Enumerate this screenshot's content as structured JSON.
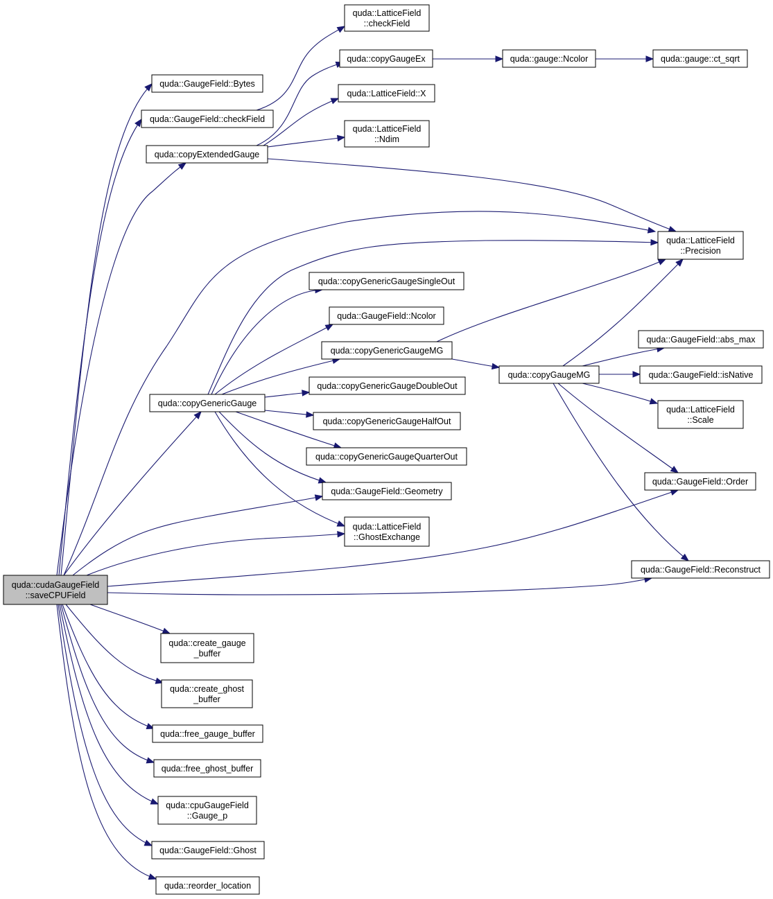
{
  "diagram": {
    "type": "call-graph",
    "nodes": [
      {
        "id": "root",
        "lines": [
          "quda::cudaGaugeField",
          "::saveCPUField"
        ],
        "root": true
      },
      {
        "id": "lf_checkField",
        "lines": [
          "quda::LatticeField",
          "::checkField"
        ]
      },
      {
        "id": "copyGaugeEx",
        "lines": [
          "quda::copyGaugeEx"
        ]
      },
      {
        "id": "gauge_Ncolor",
        "lines": [
          "quda::gauge::Ncolor"
        ]
      },
      {
        "id": "ct_sqrt",
        "lines": [
          "quda::gauge::ct_sqrt"
        ]
      },
      {
        "id": "gf_Bytes",
        "lines": [
          "quda::GaugeField::Bytes"
        ]
      },
      {
        "id": "lf_X",
        "lines": [
          "quda::LatticeField::X"
        ]
      },
      {
        "id": "gf_checkField",
        "lines": [
          "quda::GaugeField::checkField"
        ]
      },
      {
        "id": "lf_Ndim",
        "lines": [
          "quda::LatticeField",
          "::Ndim"
        ]
      },
      {
        "id": "copyExtendedGauge",
        "lines": [
          "quda::copyExtendedGauge"
        ]
      },
      {
        "id": "lf_Precision",
        "lines": [
          "quda::LatticeField",
          "::Precision"
        ]
      },
      {
        "id": "cgg_SingleOut",
        "lines": [
          "quda::copyGenericGaugeSingleOut"
        ]
      },
      {
        "id": "gf_Ncolor",
        "lines": [
          "quda::GaugeField::Ncolor"
        ]
      },
      {
        "id": "gf_abs_max",
        "lines": [
          "quda::GaugeField::abs_max"
        ]
      },
      {
        "id": "cgg_MG",
        "lines": [
          "quda::copyGenericGaugeMG"
        ]
      },
      {
        "id": "copyGaugeMG",
        "lines": [
          "quda::copyGaugeMG"
        ]
      },
      {
        "id": "gf_isNative",
        "lines": [
          "quda::GaugeField::isNative"
        ]
      },
      {
        "id": "cgg_DoubleOut",
        "lines": [
          "quda::copyGenericGaugeDoubleOut"
        ]
      },
      {
        "id": "copyGenericGauge",
        "lines": [
          "quda::copyGenericGauge"
        ]
      },
      {
        "id": "lf_Scale",
        "lines": [
          "quda::LatticeField",
          "::Scale"
        ]
      },
      {
        "id": "cgg_HalfOut",
        "lines": [
          "quda::copyGenericGaugeHalfOut"
        ]
      },
      {
        "id": "cgg_QuarterOut",
        "lines": [
          "quda::copyGenericGaugeQuarterOut"
        ]
      },
      {
        "id": "gf_Order",
        "lines": [
          "quda::GaugeField::Order"
        ]
      },
      {
        "id": "gf_Geometry",
        "lines": [
          "quda::GaugeField::Geometry"
        ]
      },
      {
        "id": "lf_GhostExchange",
        "lines": [
          "quda::LatticeField",
          "::GhostExchange"
        ]
      },
      {
        "id": "gf_Reconstruct",
        "lines": [
          "quda::GaugeField::Reconstruct"
        ]
      },
      {
        "id": "create_gauge_buffer",
        "lines": [
          "quda::create_gauge",
          "_buffer"
        ]
      },
      {
        "id": "create_ghost_buffer",
        "lines": [
          "quda::create_ghost",
          "_buffer"
        ]
      },
      {
        "id": "free_gauge_buffer",
        "lines": [
          "quda::free_gauge_buffer"
        ]
      },
      {
        "id": "free_ghost_buffer",
        "lines": [
          "quda::free_ghost_buffer"
        ]
      },
      {
        "id": "cpu_Gauge_p",
        "lines": [
          "quda::cpuGaugeField",
          "::Gauge_p"
        ]
      },
      {
        "id": "gf_Ghost",
        "lines": [
          "quda::GaugeField::Ghost"
        ]
      },
      {
        "id": "reorder_location",
        "lines": [
          "quda::reorder_location"
        ]
      }
    ],
    "edges": [
      {
        "from": "root",
        "to": "gf_Bytes"
      },
      {
        "from": "root",
        "to": "gf_checkField"
      },
      {
        "from": "root",
        "to": "copyExtendedGauge"
      },
      {
        "from": "root",
        "to": "lf_Precision"
      },
      {
        "from": "root",
        "to": "copyGenericGauge"
      },
      {
        "from": "root",
        "to": "gf_Geometry"
      },
      {
        "from": "root",
        "to": "lf_GhostExchange"
      },
      {
        "from": "root",
        "to": "gf_Order"
      },
      {
        "from": "root",
        "to": "gf_Reconstruct"
      },
      {
        "from": "root",
        "to": "create_gauge_buffer"
      },
      {
        "from": "root",
        "to": "create_ghost_buffer"
      },
      {
        "from": "root",
        "to": "free_gauge_buffer"
      },
      {
        "from": "root",
        "to": "free_ghost_buffer"
      },
      {
        "from": "root",
        "to": "cpu_Gauge_p"
      },
      {
        "from": "root",
        "to": "gf_Ghost"
      },
      {
        "from": "root",
        "to": "reorder_location"
      },
      {
        "from": "gf_checkField",
        "to": "lf_checkField"
      },
      {
        "from": "copyExtendedGauge",
        "to": "copyGaugeEx"
      },
      {
        "from": "copyExtendedGauge",
        "to": "lf_X"
      },
      {
        "from": "copyExtendedGauge",
        "to": "lf_Ndim"
      },
      {
        "from": "copyExtendedGauge",
        "to": "lf_Precision"
      },
      {
        "from": "copyGaugeEx",
        "to": "gauge_Ncolor"
      },
      {
        "from": "gauge_Ncolor",
        "to": "ct_sqrt"
      },
      {
        "from": "copyGenericGauge",
        "to": "lf_Precision"
      },
      {
        "from": "copyGenericGauge",
        "to": "cgg_SingleOut"
      },
      {
        "from": "copyGenericGauge",
        "to": "gf_Ncolor"
      },
      {
        "from": "copyGenericGauge",
        "to": "cgg_MG"
      },
      {
        "from": "copyGenericGauge",
        "to": "cgg_DoubleOut"
      },
      {
        "from": "copyGenericGauge",
        "to": "cgg_HalfOut"
      },
      {
        "from": "copyGenericGauge",
        "to": "cgg_QuarterOut"
      },
      {
        "from": "copyGenericGauge",
        "to": "gf_Geometry"
      },
      {
        "from": "copyGenericGauge",
        "to": "lf_GhostExchange"
      },
      {
        "from": "cgg_MG",
        "to": "lf_Precision"
      },
      {
        "from": "cgg_MG",
        "to": "copyGaugeMG"
      },
      {
        "from": "copyGaugeMG",
        "to": "lf_Precision"
      },
      {
        "from": "copyGaugeMG",
        "to": "gf_abs_max"
      },
      {
        "from": "copyGaugeMG",
        "to": "gf_isNative"
      },
      {
        "from": "copyGaugeMG",
        "to": "lf_Scale"
      },
      {
        "from": "copyGaugeMG",
        "to": "gf_Order"
      },
      {
        "from": "copyGaugeMG",
        "to": "gf_Reconstruct"
      }
    ]
  }
}
